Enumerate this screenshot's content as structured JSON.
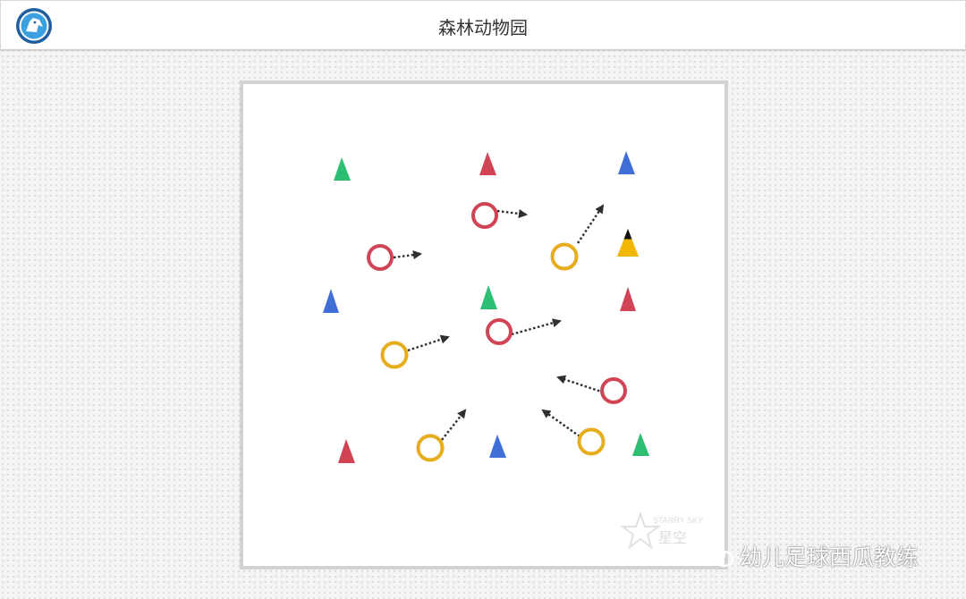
{
  "header": {
    "title": "森林动物园"
  },
  "watermark": {
    "brand_en": "STARRY SKY",
    "brand_cn": "星空"
  },
  "wechat": {
    "account_name": "幼儿足球西瓜教练"
  },
  "colors": {
    "red": "#d04455",
    "blue": "#3f6fd6",
    "green": "#2cbf73",
    "yellow": "#f2b705",
    "black": "#111111",
    "arrow": "#2f2f33",
    "ring_yellow": "#e6ad1c",
    "ring_red": "#d04455"
  },
  "diagram": {
    "cones": [
      {
        "color": "green"
      },
      {
        "color": "red"
      },
      {
        "color": "blue"
      },
      {
        "color": "blue"
      },
      {
        "color": "green"
      },
      {
        "color": "red"
      },
      {
        "color": "red"
      },
      {
        "color": "blue"
      },
      {
        "color": "green"
      },
      {
        "color": "yellow-black"
      }
    ],
    "players": [
      {
        "team": "red"
      },
      {
        "team": "red"
      },
      {
        "team": "red"
      },
      {
        "team": "red"
      },
      {
        "team": "yellow"
      },
      {
        "team": "yellow"
      },
      {
        "team": "yellow"
      },
      {
        "team": "yellow"
      }
    ]
  }
}
